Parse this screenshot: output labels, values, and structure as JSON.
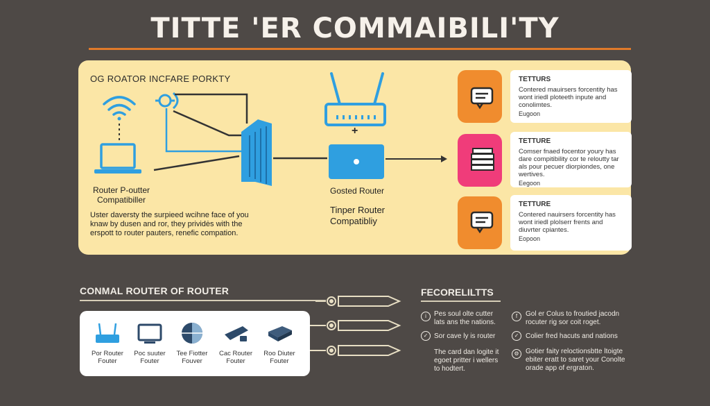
{
  "title": "TITTE 'ER COMMAIBILI'TY",
  "panel": {
    "heading": "OG ROATOR INCFARE PORKTY",
    "left_caption_line1": "Router P-outter",
    "left_caption_line2": "Compatibiller",
    "left_text": "Uster daversty the surpieed wcihne face of you knaw by dusen and ror, they prividės with the erspott to router pauters, renefic compation.",
    "plus": "+",
    "mid_label_1": "Gosted Router",
    "mid_label_2": "Tinper Router Compatibliy"
  },
  "cards": [
    {
      "title": "TETTURS",
      "body": "Contered mauirsers forcentity has wont iriedl ploteeth inpute and conolimtes.",
      "foot": "Eugoon"
    },
    {
      "title": "TETTURE",
      "body": "Comser fnaed focentor youry has dare compitibility cor te reloutty tar als pour pecuer diorpiondes, one wertives.",
      "foot": "Eegoon"
    },
    {
      "title": "TETTURE",
      "body": "Contered nauirsers forcentity has wont iriedl plolserr frents and diuvrter cpiantes.",
      "foot": "Eopoon"
    }
  ],
  "bottom": {
    "heading": "CONMAL ROUTER OF ROUTER",
    "routers": [
      {
        "line1": "Por Router",
        "line2": "Fouter"
      },
      {
        "line1": "Poc suuter",
        "line2": "Fouter"
      },
      {
        "line1": "Tee Fiotter",
        "line2": "Fouver"
      },
      {
        "line1": "Cac Router",
        "line2": "Fouter"
      },
      {
        "line1": "Roo Diuter",
        "line2": "Fouter"
      }
    ]
  },
  "features": {
    "heading": "FECORELILTTS",
    "items": [
      {
        "icon": "info-icon",
        "text": "Pes soul olte cutter lats ans the nations."
      },
      {
        "icon": "check-icon",
        "text": "Sor cave ly is router"
      },
      {
        "icon": "note-icon",
        "text": "The card dan logite it egoet pritter i wellers to hodtert."
      },
      {
        "icon": "facebook-icon",
        "text": "Gol er Colus to froutied jacodn rocuter rig sor coit roget."
      },
      {
        "icon": "check-circle-icon",
        "text": "Colier fred hacuts and nations"
      },
      {
        "icon": "gear-icon",
        "text": "Gotier faity reloctionsbtte ltoigte ebiter eratt to saret your Conolte orade app of ergraton."
      }
    ]
  },
  "colors": {
    "background": "#4e4946",
    "panel": "#fbe6a6",
    "accent_orange": "#f08c2e",
    "accent_pink": "#f03c7a",
    "router_blue": "#2f9fe0",
    "title_rule": "#e07a2a"
  }
}
